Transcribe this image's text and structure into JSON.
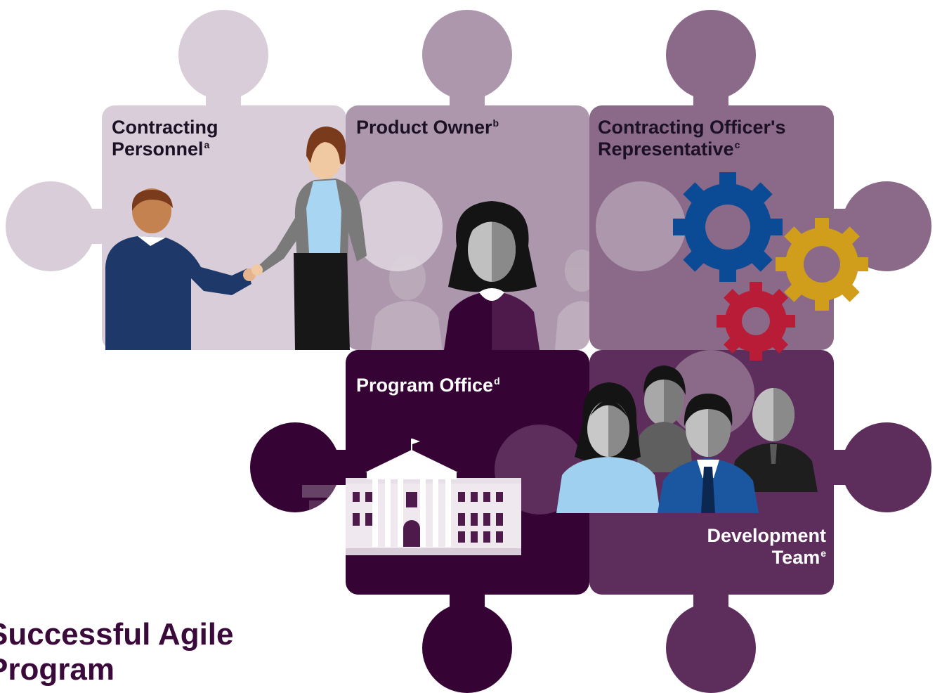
{
  "title_lines": [
    "Successful Agile",
    "Program"
  ],
  "pieces": {
    "contracting_personnel": {
      "lines": [
        "Contracting",
        "Personnel"
      ],
      "sup": "a"
    },
    "product_owner": {
      "lines": [
        "Product Owner"
      ],
      "sup": "b"
    },
    "cor": {
      "lines": [
        "Contracting Officer's",
        "Representative"
      ],
      "sup": "c"
    },
    "program_office": {
      "lines": [
        "Program Office"
      ],
      "sup": "d"
    },
    "development_team": {
      "lines": [
        "Development",
        "Team"
      ],
      "sup": "e"
    }
  },
  "colors": {
    "contracting_personnel": "#d8cdd8",
    "product_owner": "#ac97ad",
    "cor": "#8a6a88",
    "program_office": "#350334",
    "development_team": "#5d2e5b",
    "gear_blue": "#0b4a94",
    "gear_gold": "#d19e1c",
    "gear_red": "#b81c36",
    "title": "#3a0a3a"
  },
  "icons": [
    "handshake-icon",
    "woman-avatar-icon",
    "gears-icon",
    "government-building-icon",
    "team-icon"
  ]
}
